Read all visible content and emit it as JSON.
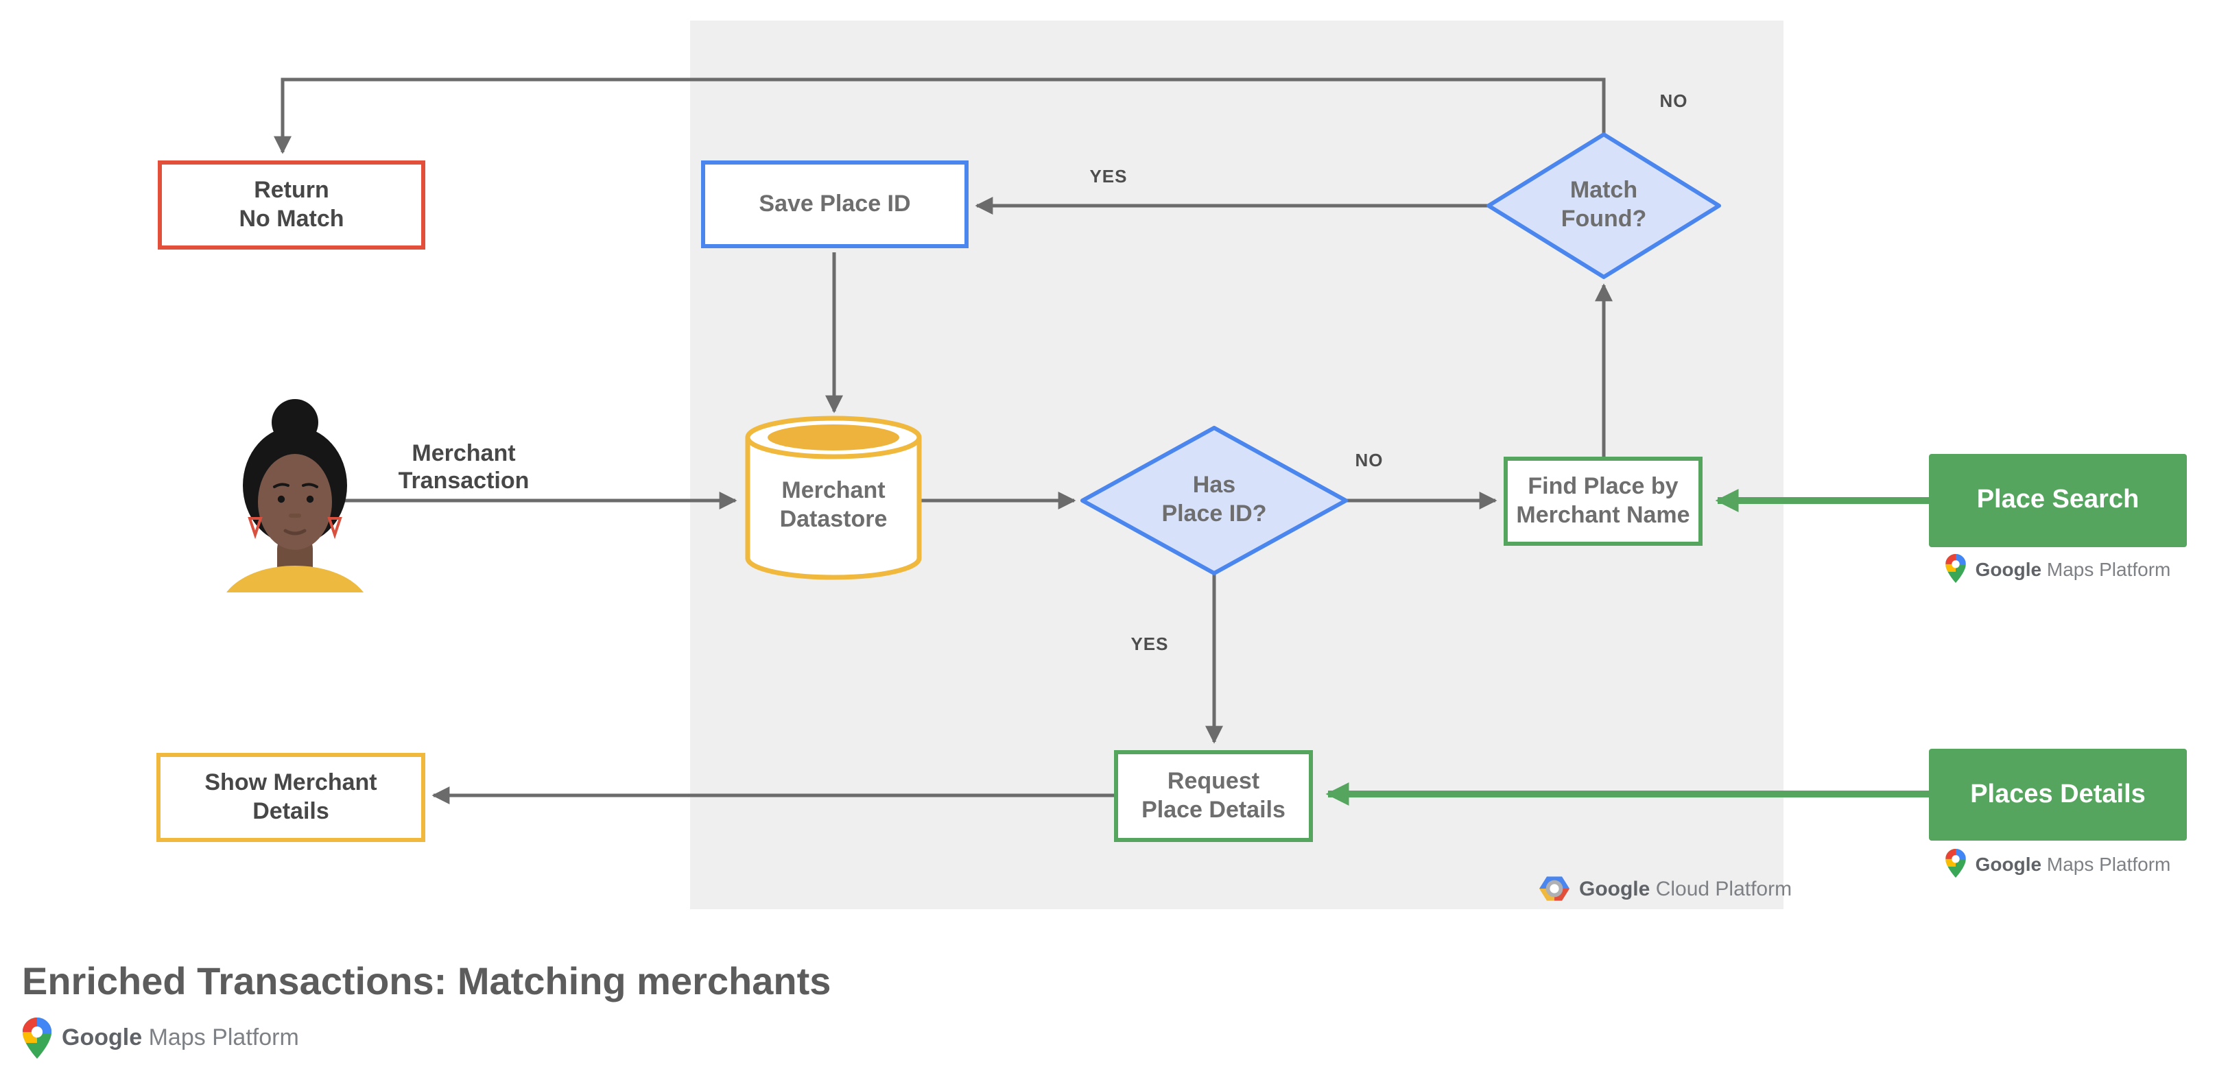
{
  "title": "Enriched Transactions: Matching merchants",
  "nodes": {
    "return_no_match": {
      "label": "Return\nNo Match",
      "style": "red-outline"
    },
    "save_place_id": {
      "label": "Save Place ID",
      "style": "blue-outline"
    },
    "match_found": {
      "label": "Match\nFound?",
      "style": "blue-diamond"
    },
    "merchant_datastore": {
      "label": "Merchant\nDatastore",
      "style": "yellow-cylinder"
    },
    "has_place_id": {
      "label": "Has\nPlace ID?",
      "style": "blue-diamond"
    },
    "find_place_by_merchant_name": {
      "label": "Find Place by\nMerchant Name",
      "style": "green-outline"
    },
    "request_place_details": {
      "label": "Request\nPlace Details",
      "style": "green-outline"
    },
    "show_merchant_details": {
      "label": "Show Merchant\nDetails",
      "style": "yellow-outline"
    },
    "place_search": {
      "label": "Place Search",
      "style": "green-filled"
    },
    "places_details": {
      "label": "Places Details",
      "style": "green-filled"
    }
  },
  "edge_labels": {
    "merchant_transaction": "Merchant Transaction",
    "match_found_no": "NO",
    "match_found_yes": "YES",
    "has_place_id_no": "NO",
    "has_place_id_yes": "YES"
  },
  "logos": {
    "google_cloud_platform": {
      "google": "Google",
      "rest": "Cloud Platform"
    },
    "maps_platform_place_search": {
      "google": "Google",
      "rest": "Maps Platform"
    },
    "maps_platform_places_details": {
      "google": "Google",
      "rest": "Maps Platform"
    },
    "maps_platform_footer": {
      "google": "Google",
      "rest": "Maps Platform"
    }
  },
  "colors": {
    "red": "#e2503c",
    "blue": "#4a86ee",
    "light_blue_fill": "#d7e2fa",
    "yellow": "#f0b83d",
    "green": "#55a55e",
    "panel_gray": "#efefef",
    "arrow_gray": "#6b6b6b"
  }
}
